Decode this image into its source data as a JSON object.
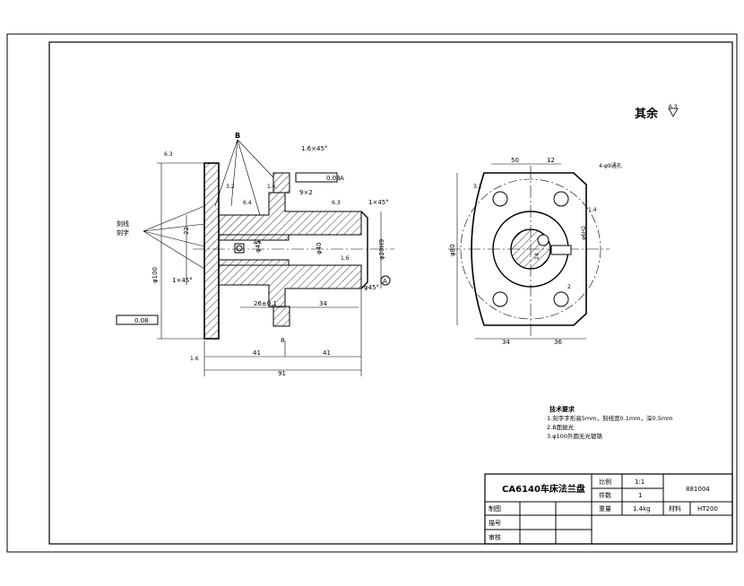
{
  "header": {
    "note": "其余",
    "roughness": "6.3"
  },
  "front_view": {
    "dims": [
      "91",
      "41",
      "41",
      "8",
      "B",
      "1.6×45°",
      "1×45°",
      "1×45°",
      "0.03",
      "0.08",
      "A",
      "A",
      "φ45",
      "φ40",
      "φ20H9",
      "φ45°",
      "φ100",
      "34",
      "22",
      "26±0.1",
      "9×2",
      "1.6"
    ],
    "rough": [
      "6.3",
      "3.2",
      "6.4",
      "1.6",
      "1.6",
      "6.3",
      "1.6"
    ],
    "leader_text": [
      "刻线",
      "刻字"
    ]
  },
  "side_view": {
    "dims": [
      "50",
      "12",
      "φ80",
      "4-φ9通孔",
      "34",
      "36",
      "φ6H2",
      "24",
      "3.2",
      "2",
      "1.4"
    ]
  },
  "tech": {
    "title": "技术要求",
    "items": [
      "1.刻字字形高5mm，刻线宽0.1mm，深0.5mm",
      "2.B面拋光",
      "3.φ100外圆无光镀铬"
    ]
  },
  "title_block": {
    "part_name": "CA6140车床法兰盘",
    "scale_label": "比例",
    "scale_value": "1:1",
    "qty_label": "件数",
    "qty_value": "1",
    "drawing_no": "881004",
    "weight_label": "重量",
    "weight_value": "1.4kg",
    "material_label": "材料",
    "material_value": "HT200",
    "drawn_label": "制图",
    "design_label": "描号",
    "check_label": "审核"
  }
}
